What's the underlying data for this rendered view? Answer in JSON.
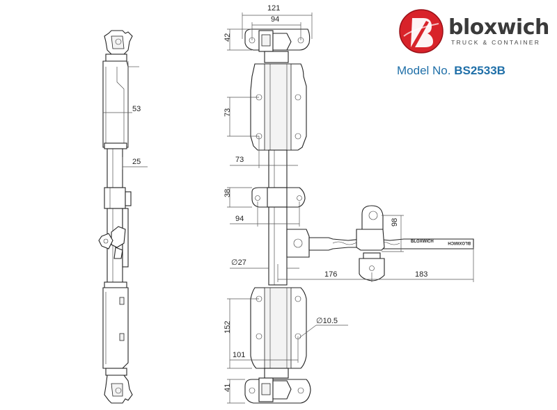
{
  "brand": {
    "name": "bloxwich",
    "tagline": "TRUCK & CONTAINER",
    "model_label": "Model No.",
    "model_number": "BS2533B",
    "accent_color": "#d8232a",
    "text_color": "#1f6fa8"
  },
  "dimensions": {
    "total_width": "121",
    "hole_spacing_top": "94",
    "top_height": "42",
    "guide_height": "73",
    "guide_width": "73",
    "mid_bracket_height": "38",
    "mid_bracket_width": "94",
    "rod_diameter": "∅27",
    "bottom_height": "152",
    "bottom_width": "101",
    "hole_diameter": "∅10.5",
    "bottom_cam_height": "41",
    "handle_offset": "176",
    "handle_length": "183",
    "catch_height": "98",
    "side_body_height": "53",
    "side_rod_width": "25"
  },
  "handle_text": {
    "front": "BLOXWICH",
    "back": "BLOXWICH"
  }
}
